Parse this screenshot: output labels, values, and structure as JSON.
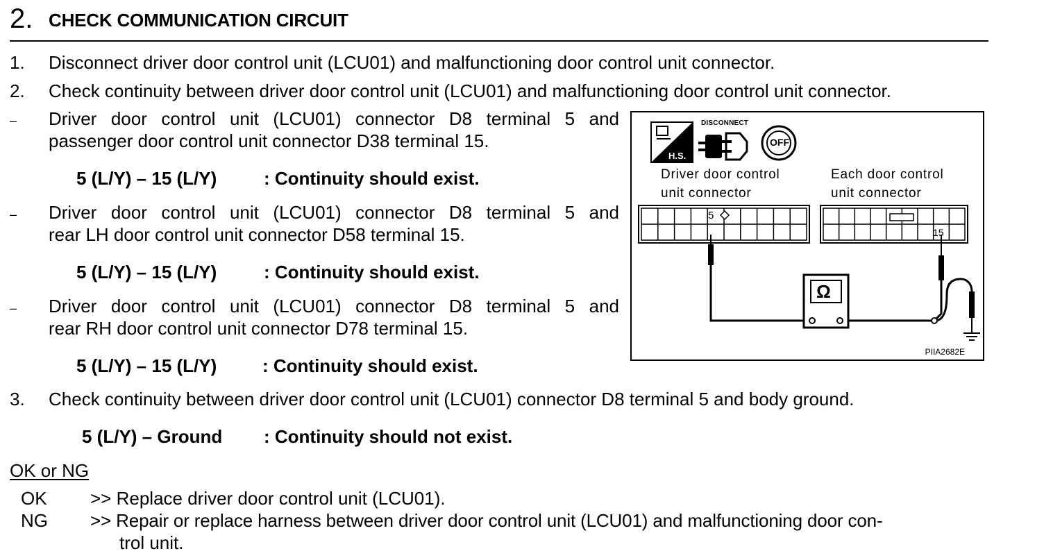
{
  "step": {
    "number": "2.",
    "title": "CHECK COMMUNICATION CIRCUIT"
  },
  "items": [
    {
      "num": "1.",
      "text": "Disconnect driver door control unit (LCU01) and malfunctioning door control unit connector."
    },
    {
      "num": "2.",
      "text": "Check continuity between driver door control unit (LCU01) and malfunctioning door control unit connector."
    },
    {
      "num": "3.",
      "text": "Check continuity between driver door control unit (LCU01) connector D8 terminal 5 and body ground."
    }
  ],
  "subitems": [
    {
      "dash": "–",
      "line1": "Driver door control unit (LCU01) connector D8 terminal 5 and",
      "line2": "passenger door control unit connector D38 terminal 15.",
      "spec_left": "5 (L/Y) – 15 (L/Y)",
      "spec_right": ": Continuity should exist."
    },
    {
      "dash": "–",
      "line1": "Driver door control unit (LCU01) connector D8 terminal 5 and",
      "line2": "rear LH door control unit connector D58 terminal 15.",
      "spec_left": "5 (L/Y) – 15 (L/Y)",
      "spec_right": ": Continuity should exist."
    },
    {
      "dash": "–",
      "line1": "Driver door control unit (LCU01) connector D8 terminal 5 and",
      "line2": "rear RH door control unit connector D78 terminal 15.",
      "spec_left": "5 (L/Y) – 15 (L/Y)",
      "spec_right": ": Continuity should exist."
    }
  ],
  "ground_spec": {
    "left": "5 (L/Y) – Ground",
    "right": ": Continuity should not exist."
  },
  "result": {
    "heading": "OK or NG",
    "ok_label": "OK",
    "ok_text": ">> Replace driver door control unit (LCU01).",
    "ng_label": "NG",
    "ng_text_line1": ">> Repair or replace harness between driver door control unit (LCU01) and malfunctioning door con-",
    "ng_text_line2": "trol unit."
  },
  "figure": {
    "icon_hs": "H.S.",
    "icon_disconnect": "DISCONNECT",
    "icon_off": "OFF",
    "driver_label_1": "Driver door control",
    "driver_label_2": "unit connector",
    "each_label_1": "Each door control",
    "each_label_2": "unit connector",
    "terminal_5": "5",
    "terminal_15": "15",
    "ohm": "Ω",
    "code": "PIIA2682E"
  }
}
